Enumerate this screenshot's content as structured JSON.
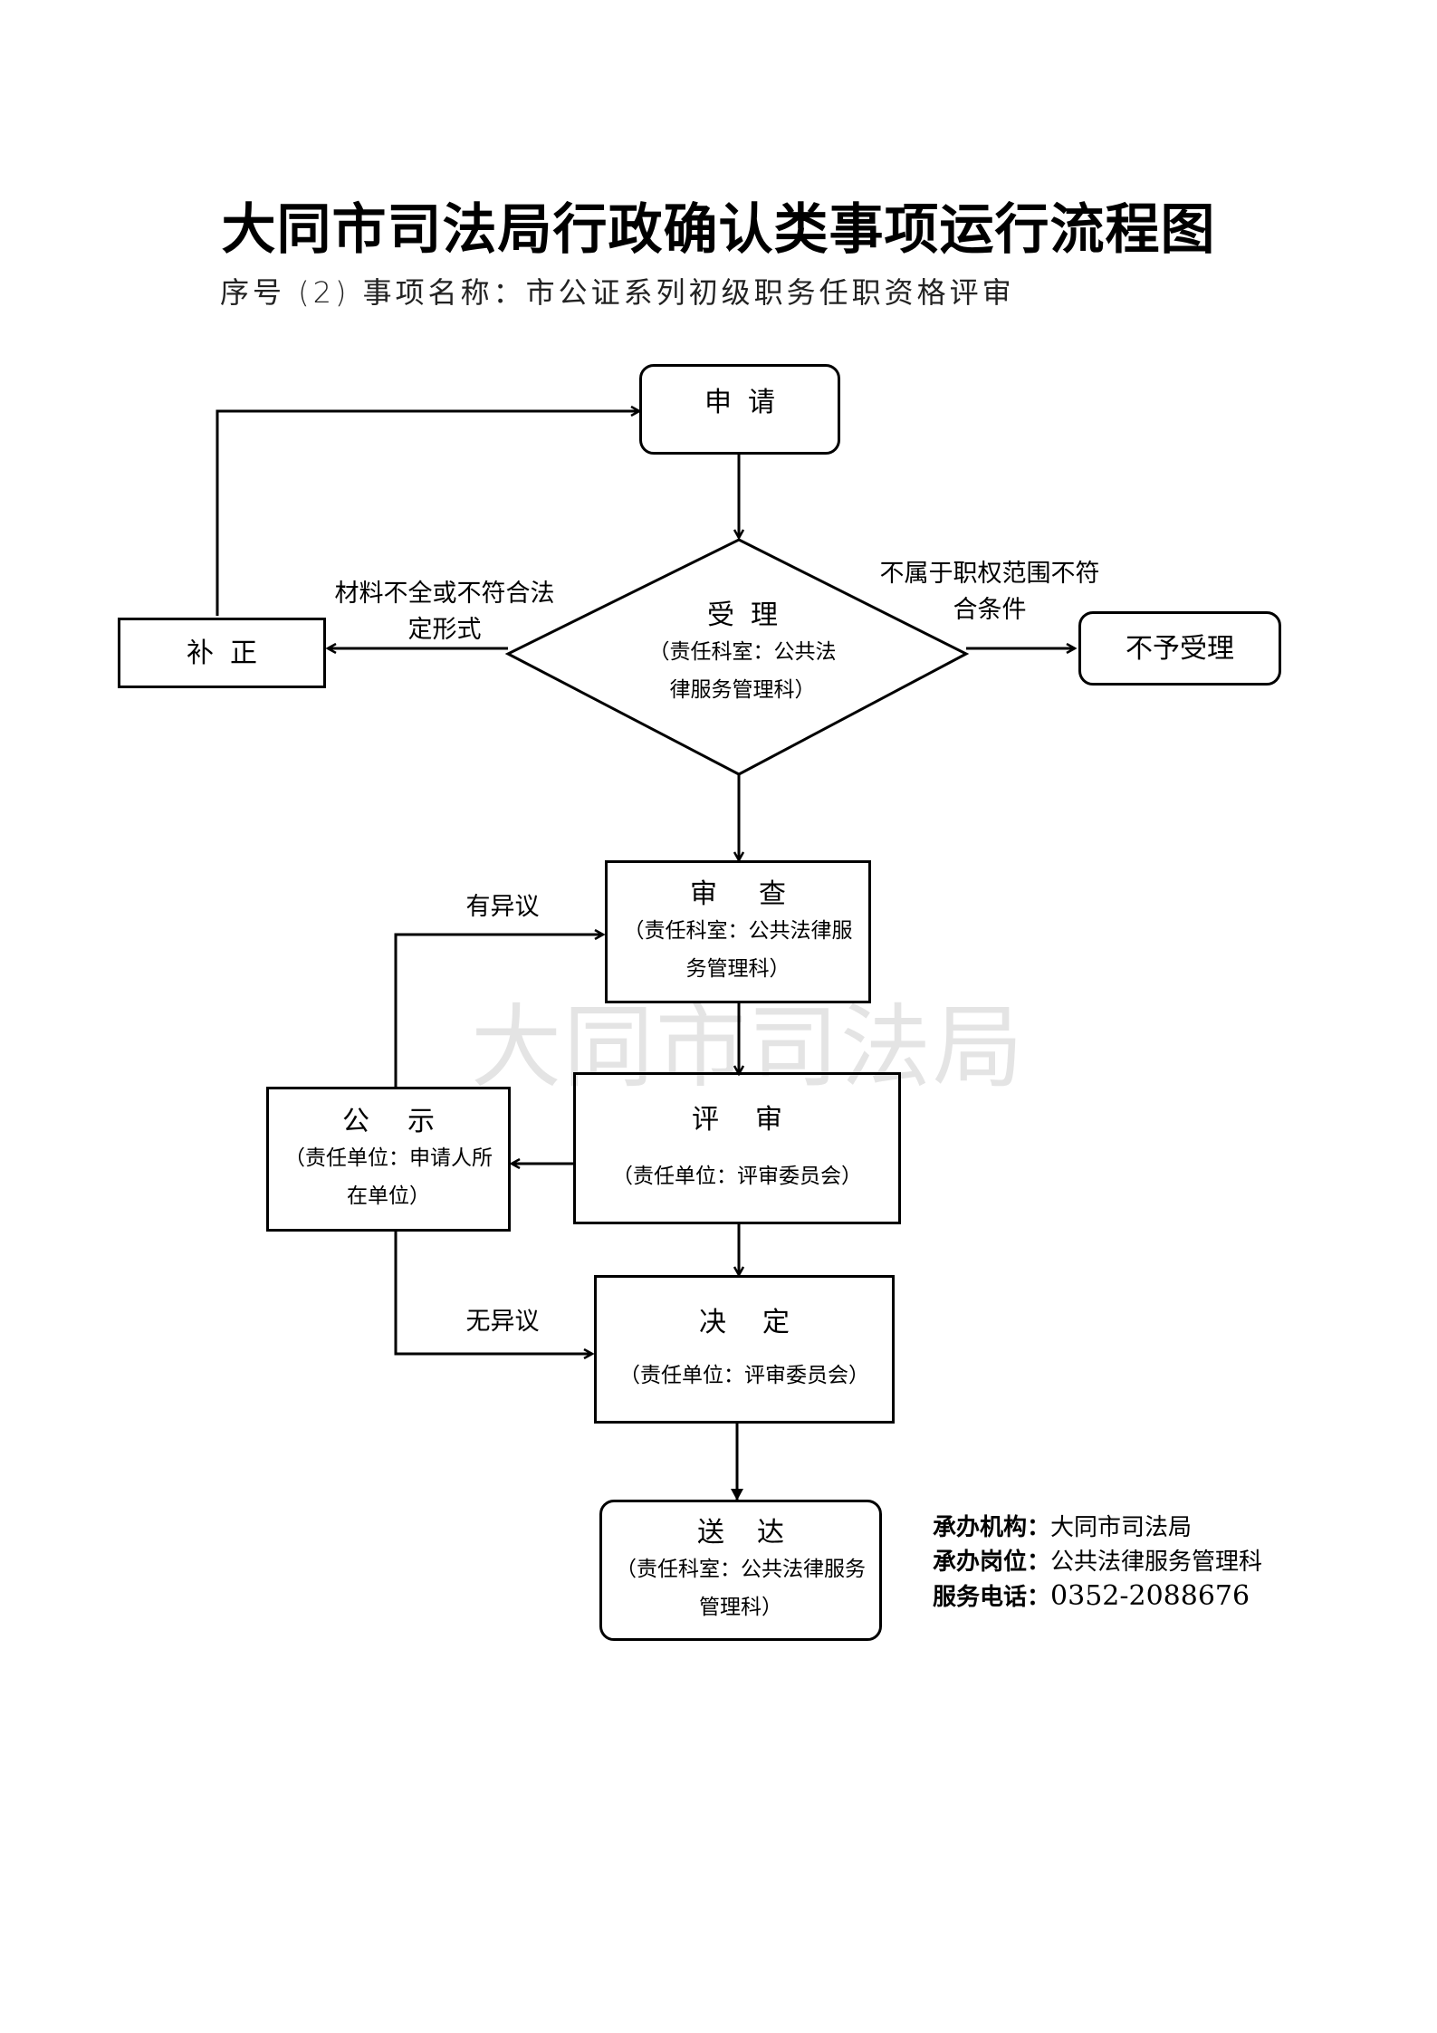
{
  "document": {
    "title": "大同市司法局行政确认类事项运行流程图",
    "subtitle": "序号 (2) 事项名称：市公证系列初级职务任职资格评审",
    "watermark": "大同市司法局"
  },
  "nodes": {
    "apply": {
      "title": "申请"
    },
    "supplement": {
      "title": "补正"
    },
    "accept": {
      "title": "受理",
      "sub": "（责任科室：公共法律服务管理科）"
    },
    "reject": {
      "title": "不予受理"
    },
    "review": {
      "title": "审查",
      "sub": "（责任科室：公共法律服务管理科）"
    },
    "evaluate": {
      "title": "评审",
      "sub": "（责任单位：评审委员会）"
    },
    "publicize": {
      "title": "公示",
      "sub": "（责任单位：申请人所在单位）"
    },
    "decide": {
      "title": "决定",
      "sub": "（责任单位：评审委员会）"
    },
    "deliver": {
      "title": "送达",
      "sub": "（责任科室：公共法律服务管理科）"
    }
  },
  "edge_labels": {
    "incomplete": "材料不全或不符合法定形式",
    "out_of_scope": "不属于职权范围不符合条件",
    "has_objection": "有异议",
    "no_objection": "无异议"
  },
  "info": {
    "org_label": "承办机构：",
    "org_value": "大同市司法局",
    "post_label": "承办岗位：",
    "post_value": "公共法律服务管理科",
    "phone_label": "服务电话：",
    "phone_value": "0352-2088676"
  }
}
